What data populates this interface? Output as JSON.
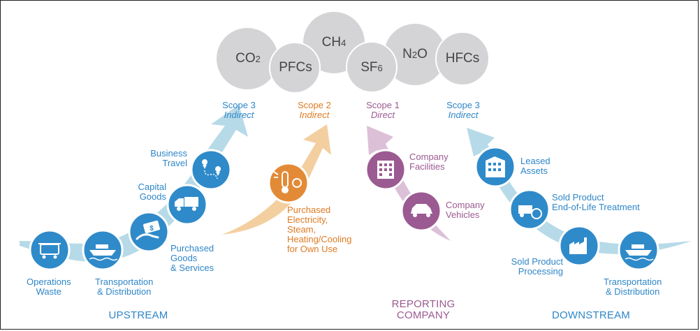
{
  "gases": [
    {
      "id": "co2",
      "main": "CO",
      "sub": "2"
    },
    {
      "id": "pfcs",
      "main": "PFCs",
      "sub": ""
    },
    {
      "id": "ch4",
      "main": "CH",
      "sub": "4"
    },
    {
      "id": "sf6",
      "main": "SF",
      "sub": "6"
    },
    {
      "id": "n2o",
      "main": "N",
      "sub": "2",
      "tail": "O"
    },
    {
      "id": "hfcs",
      "main": "HFCs",
      "sub": ""
    }
  ],
  "scopes": {
    "scope3_up": {
      "title": "Scope 3",
      "type": "Indirect"
    },
    "scope2": {
      "title": "Scope 2",
      "type": "Indirect"
    },
    "scope1": {
      "title": "Scope 1",
      "type": "Direct"
    },
    "scope3_down": {
      "title": "Scope 3",
      "type": "Indirect"
    }
  },
  "upstream": {
    "operations_waste": "Operations\nWaste",
    "transportation": "Transportation\n& Distribution",
    "purchased_goods": "Purchased\nGoods\n& Services",
    "capital_goods": "Capital\nGoods",
    "business_travel": "Business\nTravel"
  },
  "scope2_item": "Purchased\nElectricity,\nSteam,\nHeating/Cooling\nfor Own Use",
  "scope1_items": {
    "facilities": "Company\nFacilities",
    "vehicles": "Company\nVehicles"
  },
  "downstream": {
    "leased_assets": "Leased\nAssets",
    "end_of_life": "Sold Product\nEnd-of-Life Treatment",
    "processing": "Sold Product\nProcessing",
    "transportation": "Transportation\n& Distribution"
  },
  "sections": {
    "upstream": "UPSTREAM",
    "reporting": "REPORTING\nCOMPANY",
    "downstream": "DOWNSTREAM"
  },
  "colors": {
    "blue_icon": "#2f8ac9",
    "blue_arrow": "#b7dae8",
    "orange_icon": "#e38a37",
    "orange_arrow": "#f3cfa0",
    "purple_icon": "#9b5a91",
    "purple_arrow": "#dcc0d8",
    "gas_circle": "#d4d4d6"
  },
  "icons": [
    "dumpster-icon",
    "ship-icon",
    "money-hand-icon",
    "truck-icon",
    "route-pin-icon",
    "thermometer-plug-icon",
    "building-icon",
    "car-icon",
    "office-building-icon",
    "recycle-truck-icon",
    "factory-icon",
    "ship-icon"
  ]
}
